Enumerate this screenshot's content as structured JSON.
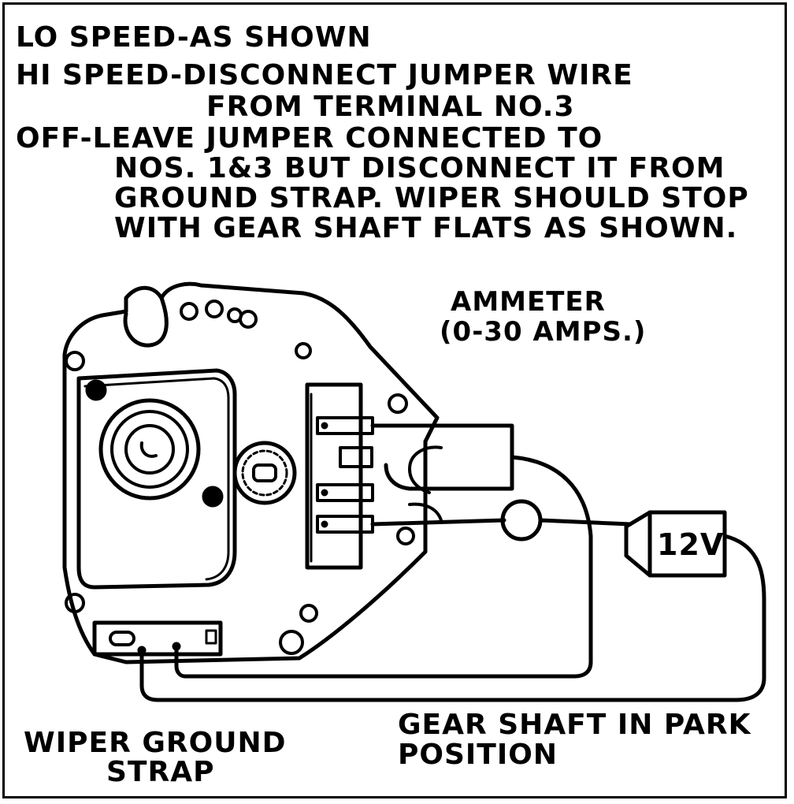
{
  "instructions": {
    "lo_speed": "LO SPEED-AS SHOWN",
    "hi_speed_1": "HI SPEED-DISCONNECT JUMPER WIRE",
    "hi_speed_2": "FROM TERMINAL NO.3",
    "off_1": "OFF-LEAVE JUMPER CONNECTED TO",
    "off_2": "NOS. 1&3 BUT DISCONNECT IT FROM",
    "off_3": "GROUND STRAP. WIPER SHOULD STOP",
    "off_4": "WITH GEAR SHAFT FLATS AS SHOWN."
  },
  "labels": {
    "ammeter_1": "AMMETER",
    "ammeter_2": "(0-30 AMPS.)",
    "battery": "12V",
    "gear_shaft_1": "GEAR SHAFT IN PARK",
    "gear_shaft_2": "POSITION",
    "ground_strap_1": "WIPER GROUND",
    "ground_strap_2": "STRAP"
  },
  "colors": {
    "ink": "#000000",
    "paper": "#ffffff"
  }
}
